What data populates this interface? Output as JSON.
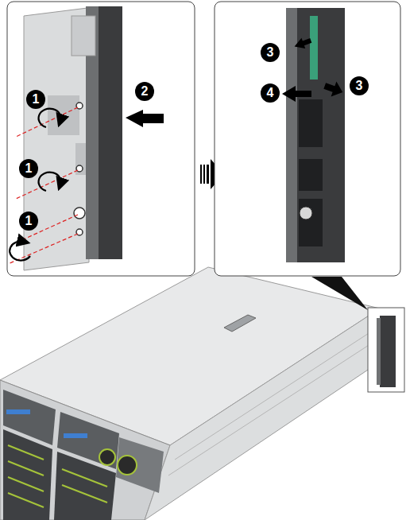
{
  "diagram": {
    "labels": [
      "1",
      "2",
      "1",
      "1",
      "3",
      "4",
      "3"
    ]
  }
}
